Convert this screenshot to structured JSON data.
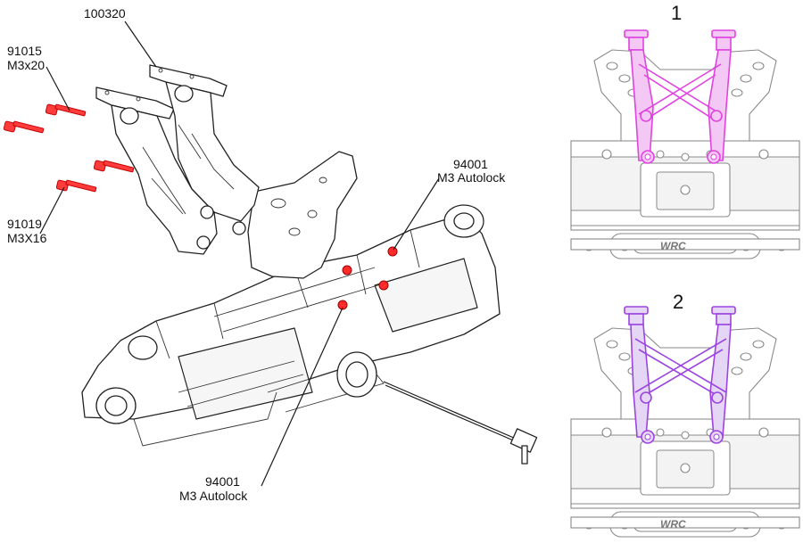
{
  "callouts": {
    "part_100320": "100320",
    "part_91015": "91015",
    "size_91015": "M3x20",
    "part_91019": "91019",
    "size_91019": "M3X16",
    "nut_top_part": "94001",
    "nut_top_desc": "M3 Autolock",
    "nut_bottom_part": "94001",
    "nut_bottom_desc": "M3 Autolock"
  },
  "views": {
    "option_1": "1",
    "option_2": "2"
  },
  "logos": [
    "WRC",
    "WRC"
  ],
  "colors": {
    "hardware": "#ff2a2a",
    "option_1_highlight": "#e043e0",
    "option_2_highlight": "#9b44e0",
    "outline": "#222222"
  }
}
